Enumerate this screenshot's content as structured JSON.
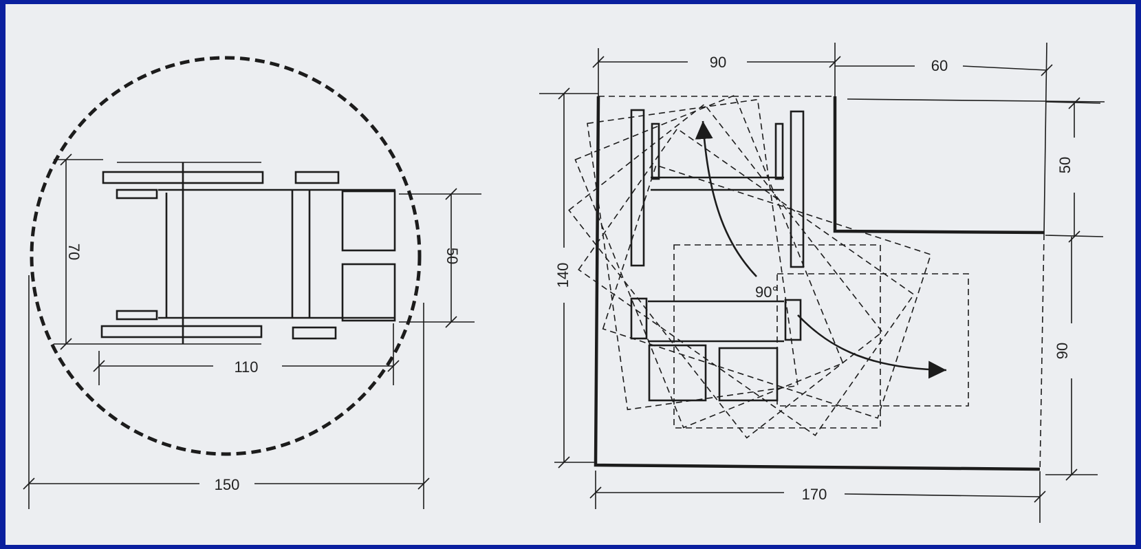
{
  "left_plan": {
    "dim_width_total": "150",
    "dim_length": "110",
    "dim_width": "70",
    "dim_seat": "50"
  },
  "right_plan": {
    "dim_top_left": "90",
    "dim_top_right": "60",
    "dim_height_total": "140",
    "dim_right_upper": "50",
    "dim_right_lower": "90",
    "dim_bottom": "170",
    "angle": "90°"
  },
  "colors": {
    "frame": "#0a1f9e",
    "paper": "#eceef1",
    "ink": "#1c1c1c"
  }
}
